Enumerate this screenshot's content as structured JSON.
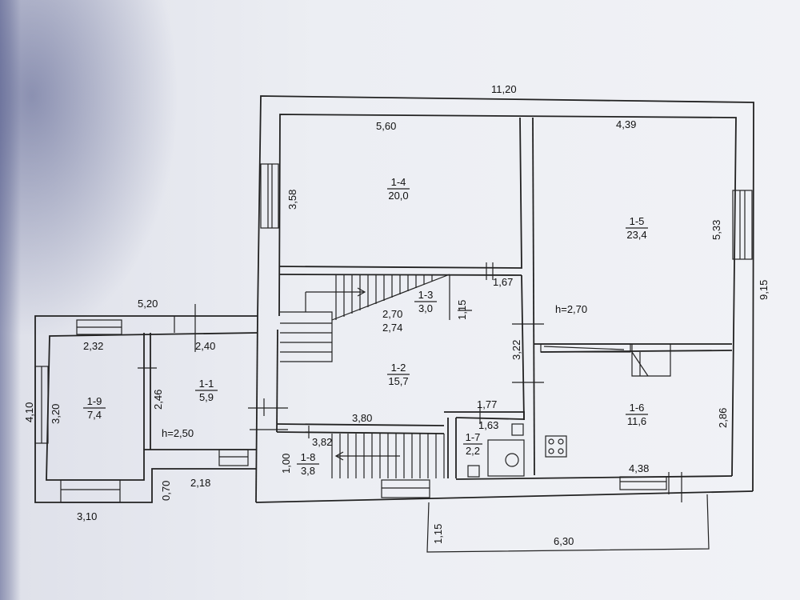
{
  "dimensions": {
    "overall_width": "11,20",
    "overall_height": "9,15",
    "left_wing_width": "5,20",
    "left_wing_height": "4,10",
    "left_wing_bottom": "3,10",
    "wing_gap": "0,70",
    "room_1_1_bottom": "2,18",
    "room_1_1_top": "2,40",
    "room_1_9_top": "2,32",
    "room_1_9_height": "3,20",
    "room_1_1_height": "2,46",
    "room_1_4_width": "5,60",
    "room_1_4_height": "3,58",
    "room_1_5_width": "4,39",
    "room_1_5_height": "5,33",
    "stair_width_top": "2,70",
    "stair_width_bottom": "2,74",
    "stair_height": "1,15",
    "stair_offset": "1,67",
    "room_1_2_height": "3,22",
    "room_1_2_bottom": "3,80",
    "room_1_8_width": "3,82",
    "room_1_8_height": "1,00",
    "room_1_7_width": "1,77",
    "room_1_7_inner": "1,63",
    "room_1_6_width": "4,38",
    "room_1_6_height": "2,86",
    "porch_width": "6,30",
    "porch_depth": "1,15"
  },
  "rooms": [
    {
      "id": "1-4",
      "area": "20,0"
    },
    {
      "id": "1-5",
      "area": "23,4"
    },
    {
      "id": "1-3",
      "area": "3,0"
    },
    {
      "id": "1-2",
      "area": "15,7"
    },
    {
      "id": "1-1",
      "area": "5,9"
    },
    {
      "id": "1-9",
      "area": "7,4"
    },
    {
      "id": "1-7",
      "area": "2,2"
    },
    {
      "id": "1-8",
      "area": "3,8"
    },
    {
      "id": "1-6",
      "area": "11,6"
    }
  ],
  "heights": {
    "main": "h=2,70",
    "wing": "h=2,50"
  }
}
